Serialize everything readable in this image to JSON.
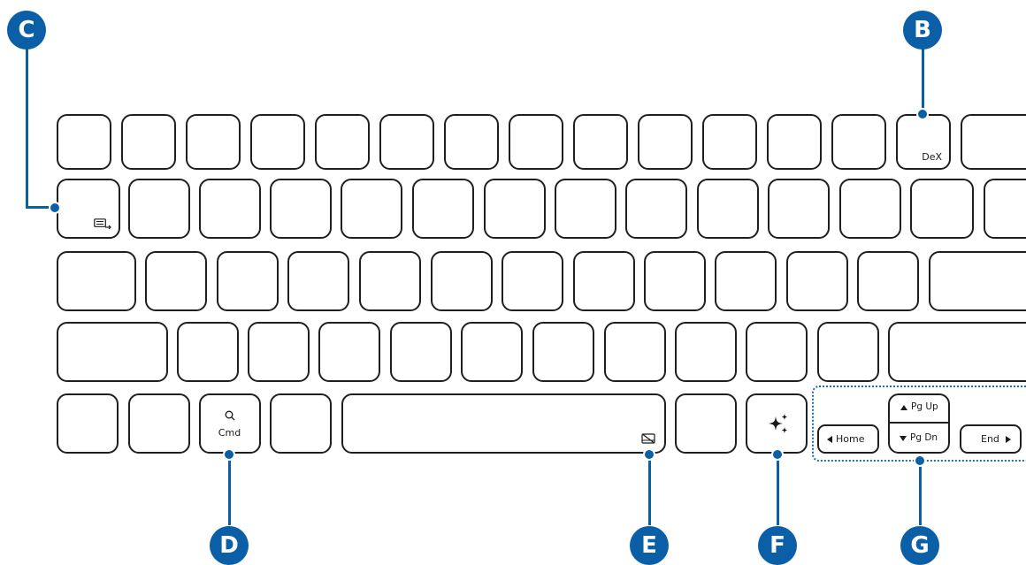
{
  "keys": {
    "dex": "DeX",
    "cmd": "Cmd",
    "pg_up": "Pg Up",
    "pg_dn": "Pg Dn",
    "home": "Home",
    "end": "End"
  },
  "callouts": {
    "b": "B",
    "c": "C",
    "d": "D",
    "e": "E",
    "f": "F",
    "g": "G"
  },
  "icons": {
    "c_key": "keyboard-language-icon",
    "cmd_key": "search-icon",
    "space_key": "touchpad-off-icon",
    "f_key": "ai-sparkle-icon",
    "arrows": [
      "triangle-up-icon",
      "triangle-down-icon",
      "triangle-left-icon",
      "triangle-right-icon"
    ]
  },
  "colors": {
    "callout": "#0a5fa6",
    "outline": "#1f1f1f",
    "nav_group_border": "#1e6aa6"
  }
}
